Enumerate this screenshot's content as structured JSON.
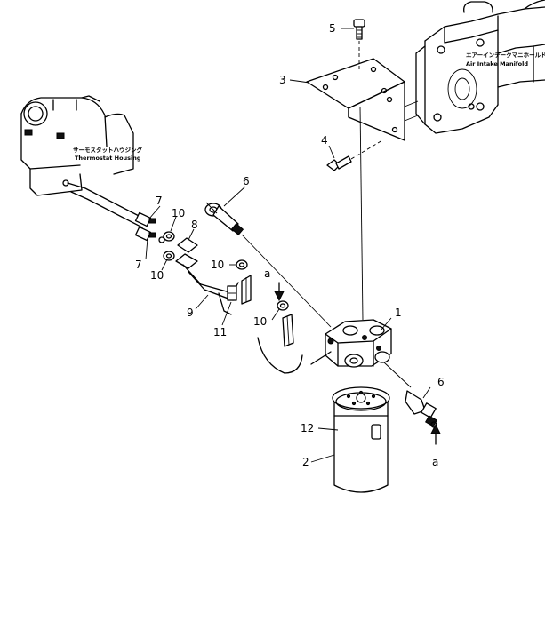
{
  "callouts": {
    "n1": "1",
    "n2": "2",
    "n3": "3",
    "n4": "4",
    "n5": "5",
    "n6a": "6",
    "n6b": "6",
    "n7a": "7",
    "n7b": "7",
    "n8": "8",
    "n9": "9",
    "n10a": "10",
    "n10b": "10",
    "n10c": "10",
    "n10d": "10",
    "n11": "11",
    "n12": "12",
    "a1": "a",
    "a2": "a"
  },
  "labels": {
    "thermostat_jp": "サーモスタットハウジング",
    "thermostat_en": "Thermostat Housing",
    "intake_jp": "エアーインテークマニホールド",
    "intake_en": "Air Intake Manifold"
  }
}
